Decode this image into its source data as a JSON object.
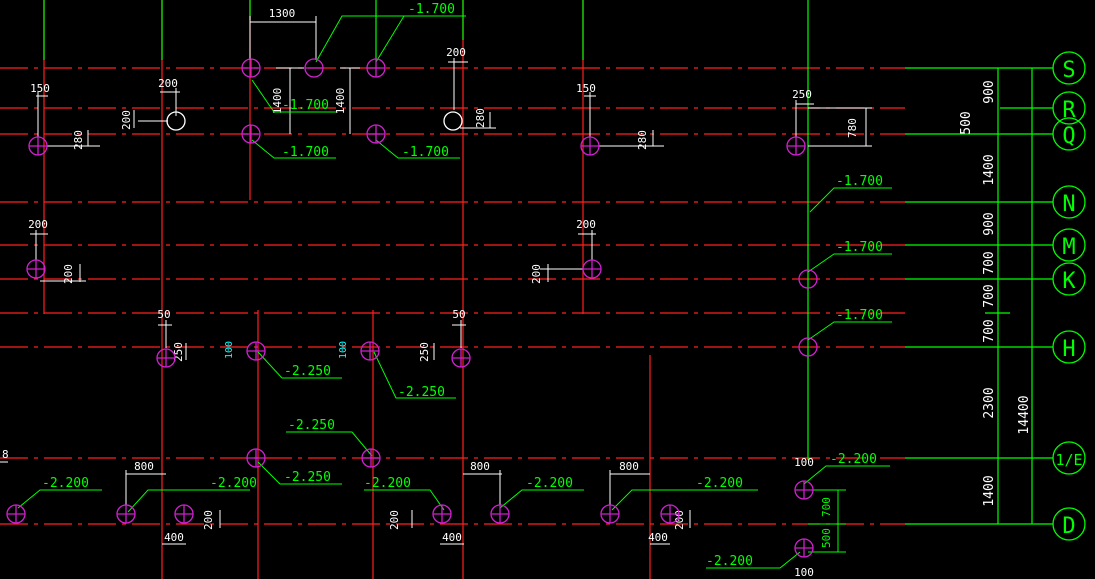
{
  "colors": {
    "background": "#000000",
    "axis_line": "#ff2020",
    "grid_column": "#ff2020",
    "dimension": "#ffffff",
    "leader": "#00ff00",
    "pile": "#d020d0",
    "axis_bubble": "#00ff00",
    "small_tag": "#00ffff"
  },
  "axis_labels": [
    "S",
    "R",
    "Q",
    "N",
    "M",
    "K",
    "H",
    "1/E",
    "D"
  ],
  "axis_spacings": [
    "900",
    "500",
    "1400",
    "900",
    "700",
    "700",
    "700",
    "2300",
    "1400"
  ],
  "axis_total": "14400",
  "dimensions": {
    "d1300": "1300",
    "d200": "200",
    "d150": "150",
    "d250": "250",
    "d280": "280",
    "d1400": "1400",
    "d780": "780",
    "d50": "50",
    "d100": "100",
    "d800": "800",
    "d400": "400",
    "d700": "700",
    "d500": "500",
    "d8": "8"
  },
  "elevations": {
    "e1700": "-1.700",
    "e2250": "-2.250",
    "e2200": "-2.200"
  }
}
